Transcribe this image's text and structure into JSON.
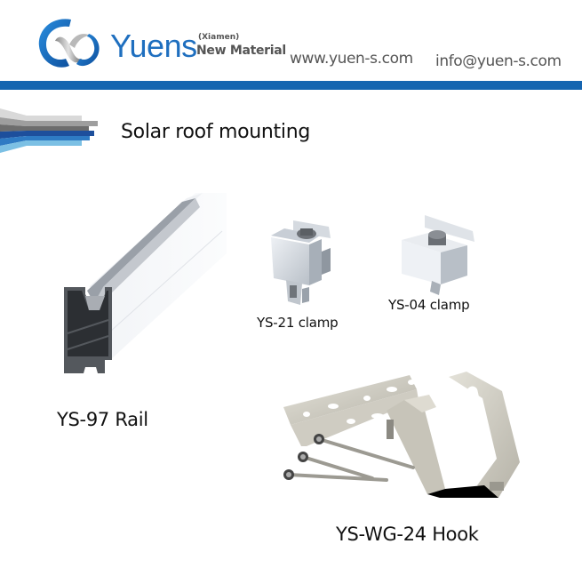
{
  "header": {
    "brand_name": "Yuens",
    "brand_sub_top": "(Xiamen)",
    "brand_sub_bottom": "New Material",
    "website": "www.yuen-s.com",
    "email": "info@yuen-s.com",
    "logo_icon": "yuens-swirl-logo-icon",
    "bar_color": "#1565b0",
    "brand_color": "#1f6fbf"
  },
  "section": {
    "title": "Solar roof mounting",
    "decoration_icon": "striped-arrow-banner-icon",
    "stripe_colors": [
      "#d9d9d9",
      "#9e9e9e",
      "#6d6d6d",
      "#1d4f9c",
      "#2e7bc4",
      "#7cc0e4"
    ]
  },
  "products": [
    {
      "id": "rail",
      "label": "YS-97 Rail",
      "icon": "aluminum-rail-icon"
    },
    {
      "id": "clamp21",
      "label": "YS-21 clamp",
      "icon": "mid-clamp-icon"
    },
    {
      "id": "clamp04",
      "label": "YS-04 clamp",
      "icon": "end-clamp-icon"
    },
    {
      "id": "hook",
      "label": "YS-WG-24 Hook",
      "icon": "roof-hook-with-screws-icon"
    }
  ]
}
